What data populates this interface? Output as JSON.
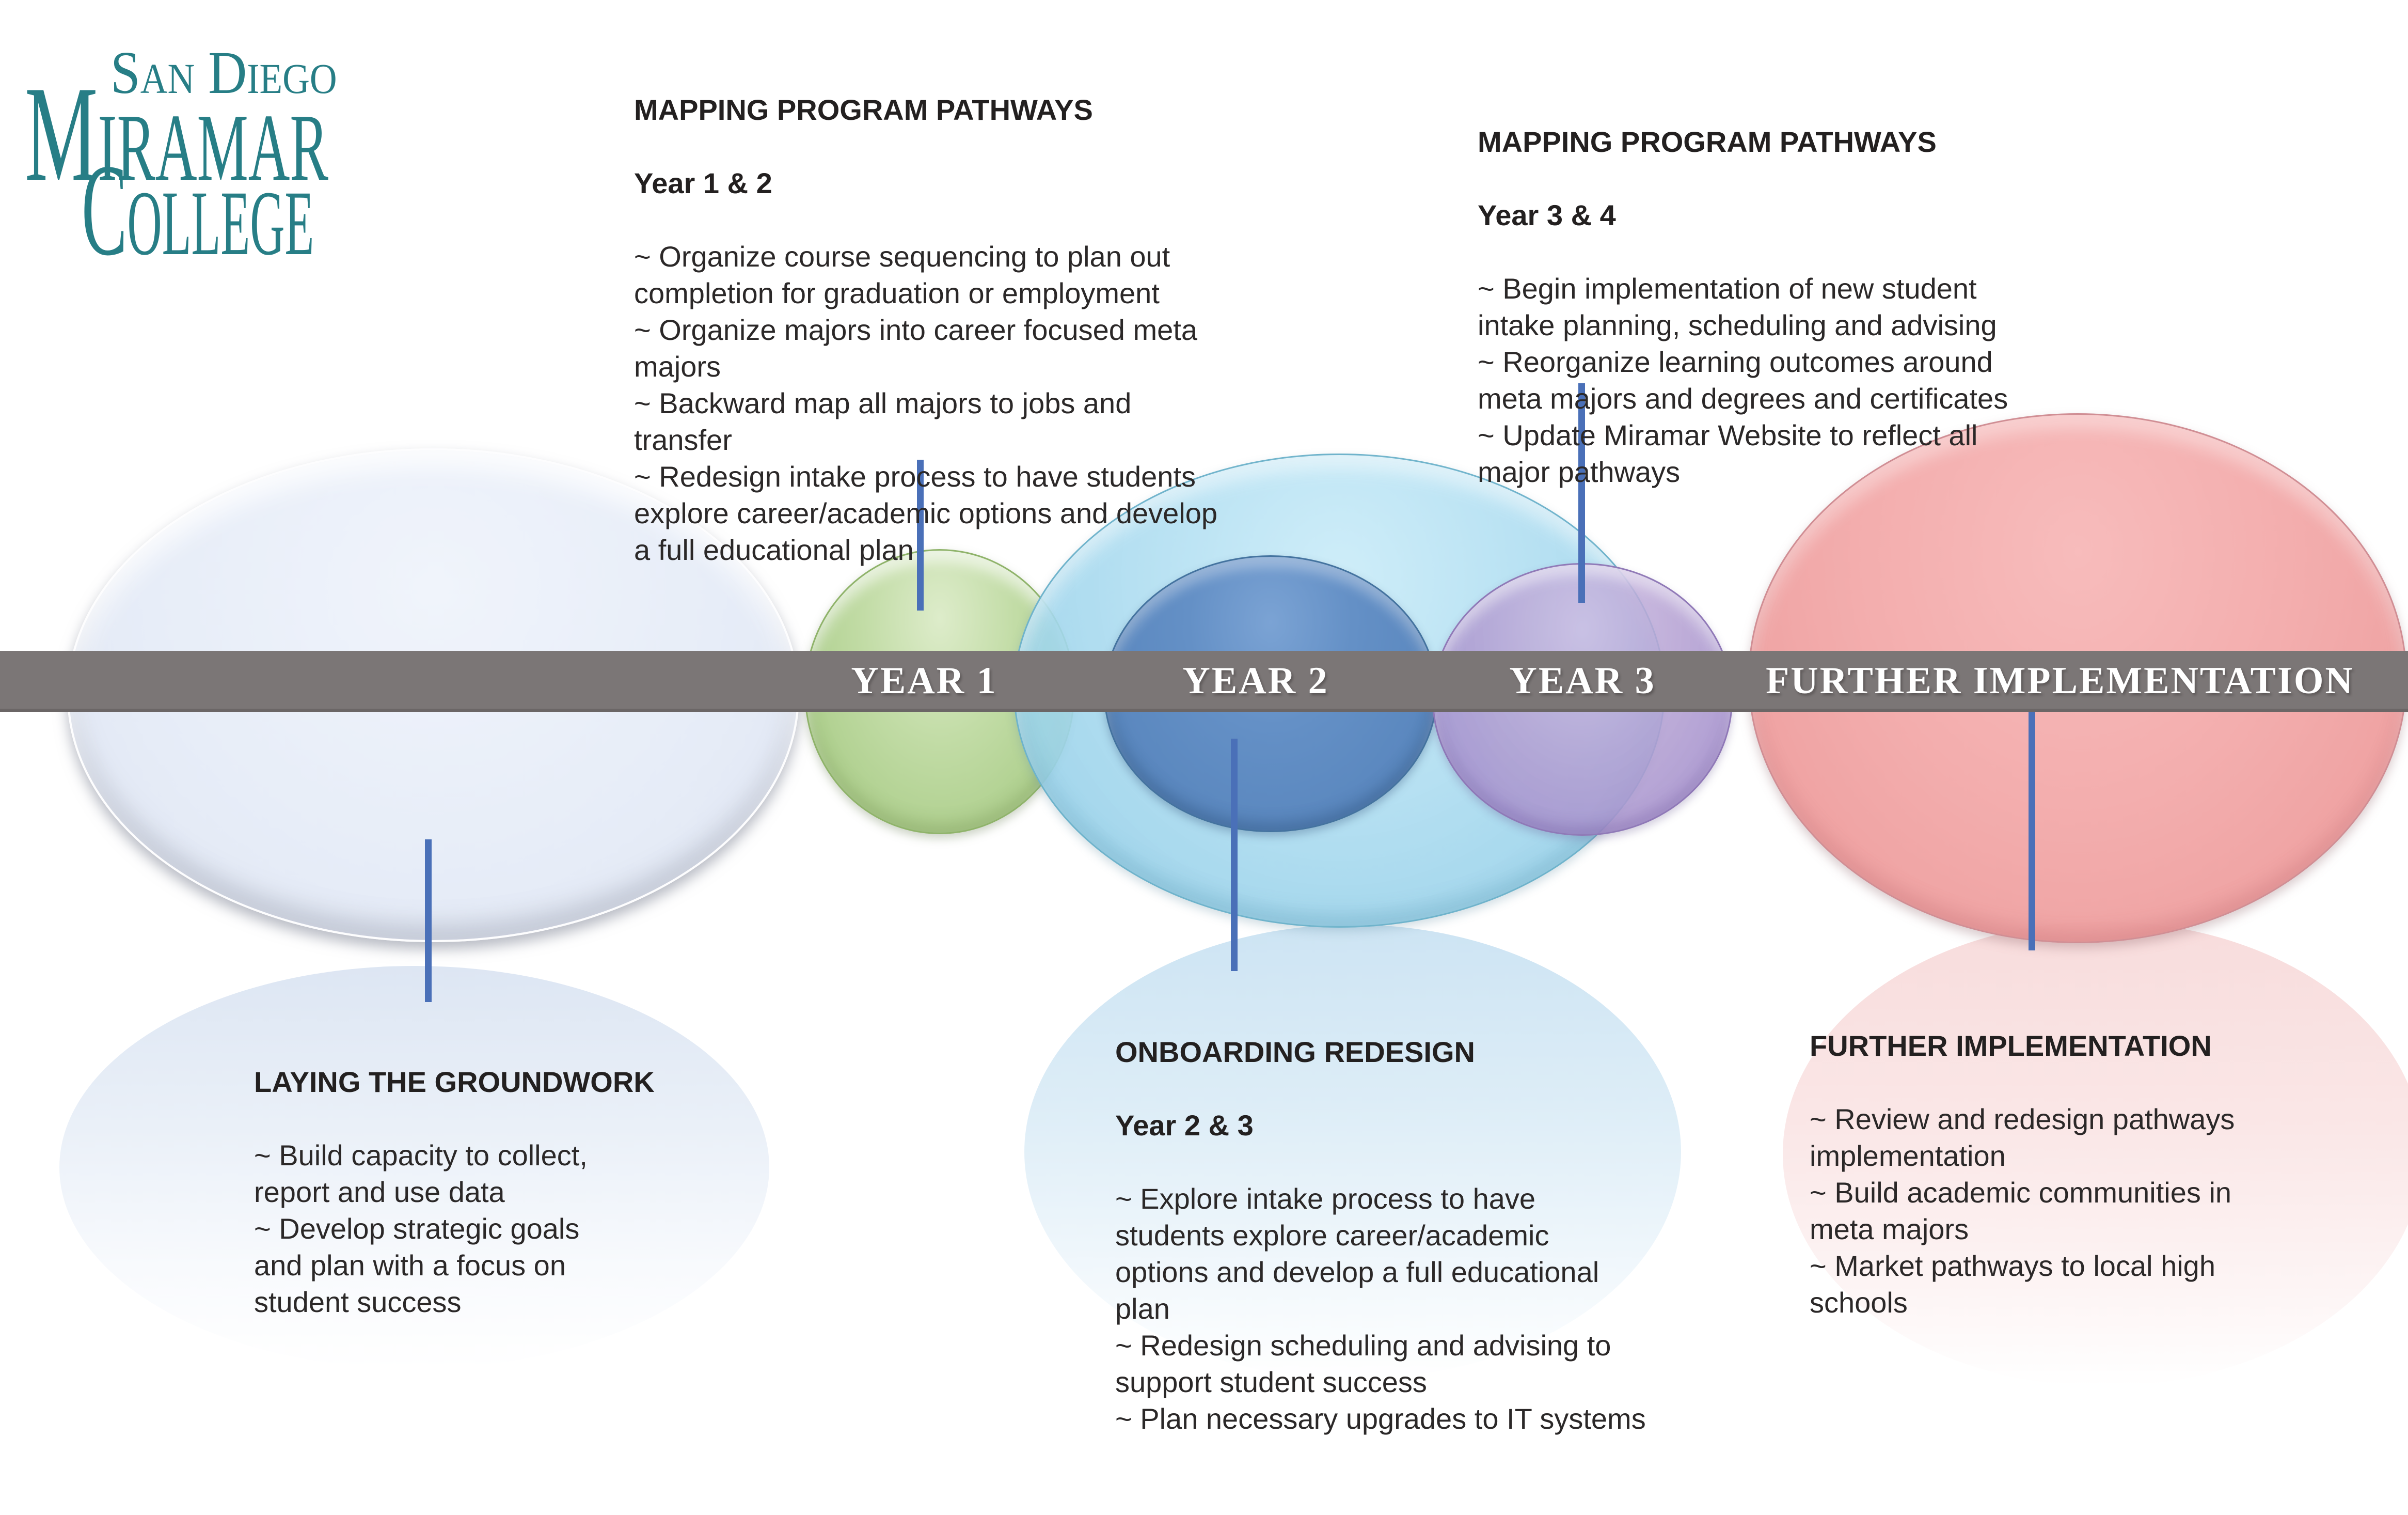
{
  "logo": {
    "line1": "San Diego",
    "line2": "Miramar",
    "line3": "College",
    "color": "#277e86"
  },
  "timeline": {
    "bar_color": "#7b7676",
    "label_color": "#ffffff",
    "labels": [
      "YEAR 1",
      "YEAR 2",
      "YEAR 3",
      "FURTHER IMPLEMENTATION"
    ]
  },
  "annotations": {
    "pathways_year12": {
      "title": "MAPPING PROGRAM PATHWAYS",
      "subtitle": "Year 1 & 2",
      "body": "~ Organize course sequencing to plan out\ncompletion for graduation or employment\n~ Organize majors into career focused meta\nmajors\n~ Backward map all majors to jobs and\ntransfer\n~ Redesign intake process to have students\nexplore career/academic options and develop\na full educational plan"
    },
    "pathways_year34": {
      "title": "MAPPING PROGRAM PATHWAYS",
      "subtitle": "Year 3 & 4",
      "body": "~ Begin implementation of new student\nintake planning, scheduling and advising\n~ Reorganize learning outcomes around\nmeta majors and degrees and certificates\n~ Update Miramar Website to reflect all\nmajor pathways"
    },
    "groundwork": {
      "title": "LAYING THE GROUNDWORK",
      "body": "~ Build capacity to collect,\nreport and use data\n~ Develop strategic goals\nand plan with a focus on\nstudent success"
    },
    "onboarding": {
      "title": "ONBOARDING REDESIGN",
      "subtitle": "Year 2 & 3",
      "body": "~ Explore intake process to have\nstudents explore career/academic\noptions and develop a full educational\nplan\n~ Redesign scheduling and advising to\nsupport student success\n~ Plan necessary upgrades to IT systems"
    },
    "further_implementation": {
      "title": "FURTHER IMPLEMENTATION",
      "body": "~ Review and redesign pathways\nimplementation\n~ Build academic communities in\nmeta majors\n~ Market pathways to local high\nschools"
    }
  },
  "colors": {
    "connector_line": "#4a70b8",
    "ellipse_silver": "#e7edf8",
    "ellipse_green": "#b1d191",
    "ellipse_cyan": "#acdcf0",
    "ellipse_blue": "#5b88bf",
    "ellipse_purple": "#b1a2d0",
    "ellipse_pink": "#f2a8a8",
    "reflection_left": "#dde6f3",
    "reflection_mid": "#cde4f3",
    "reflection_right": "#f8dcdc",
    "bar_gray": "#7b7676",
    "logo_teal": "#277e86",
    "text_dark": "#2b2828"
  }
}
